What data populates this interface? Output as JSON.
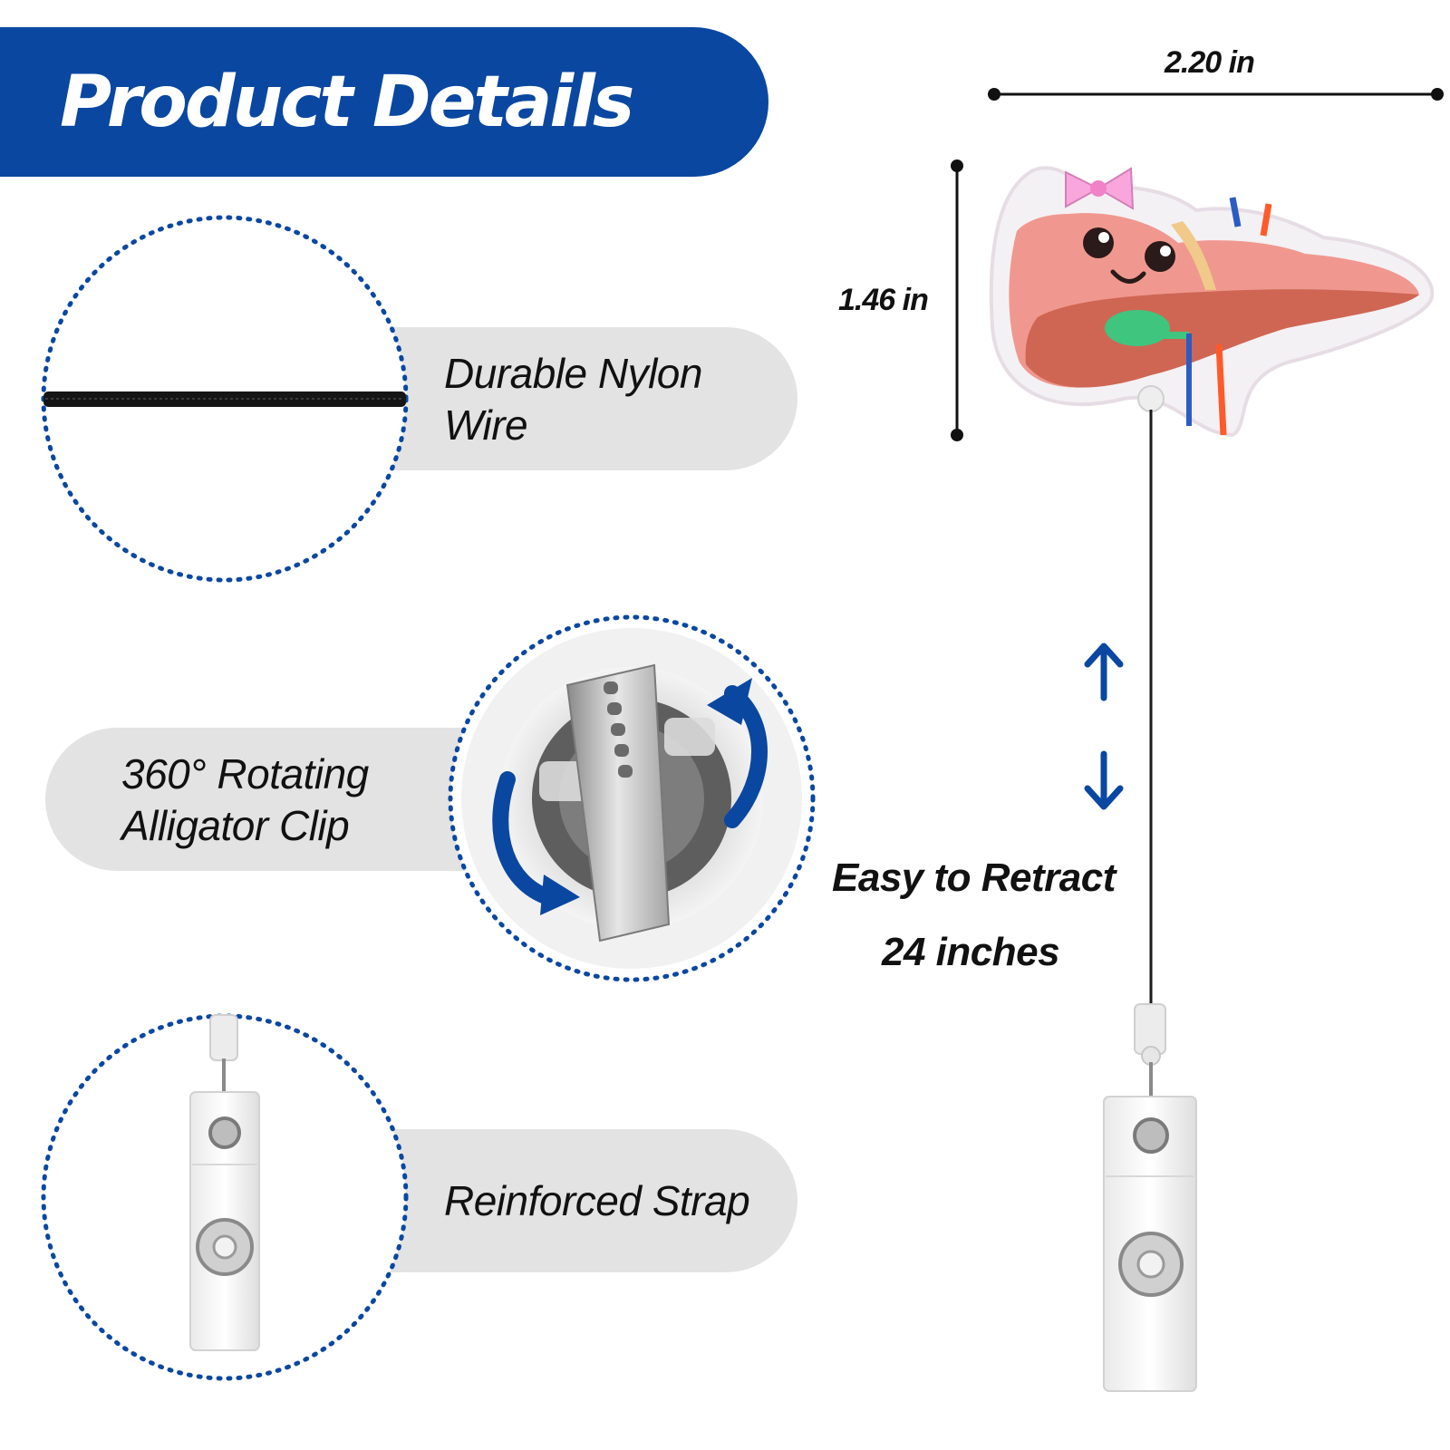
{
  "banner": {
    "title": "Product Details"
  },
  "features": [
    {
      "line1": "Durable Nylon",
      "line2": "Wire"
    },
    {
      "line1": "360° Rotating",
      "line2": "Alligator Clip"
    },
    {
      "line1": "Reinforced Strap",
      "line2": ""
    }
  ],
  "dimensions": {
    "width": "2.20 in",
    "height": "1.46 in"
  },
  "retract": {
    "line1": "Easy to Retract",
    "line2": "24 inches"
  },
  "colors": {
    "brand_blue": "#0a47a1",
    "pill_gray": "#e3e3e3",
    "badge_pink": "#f0988f"
  }
}
